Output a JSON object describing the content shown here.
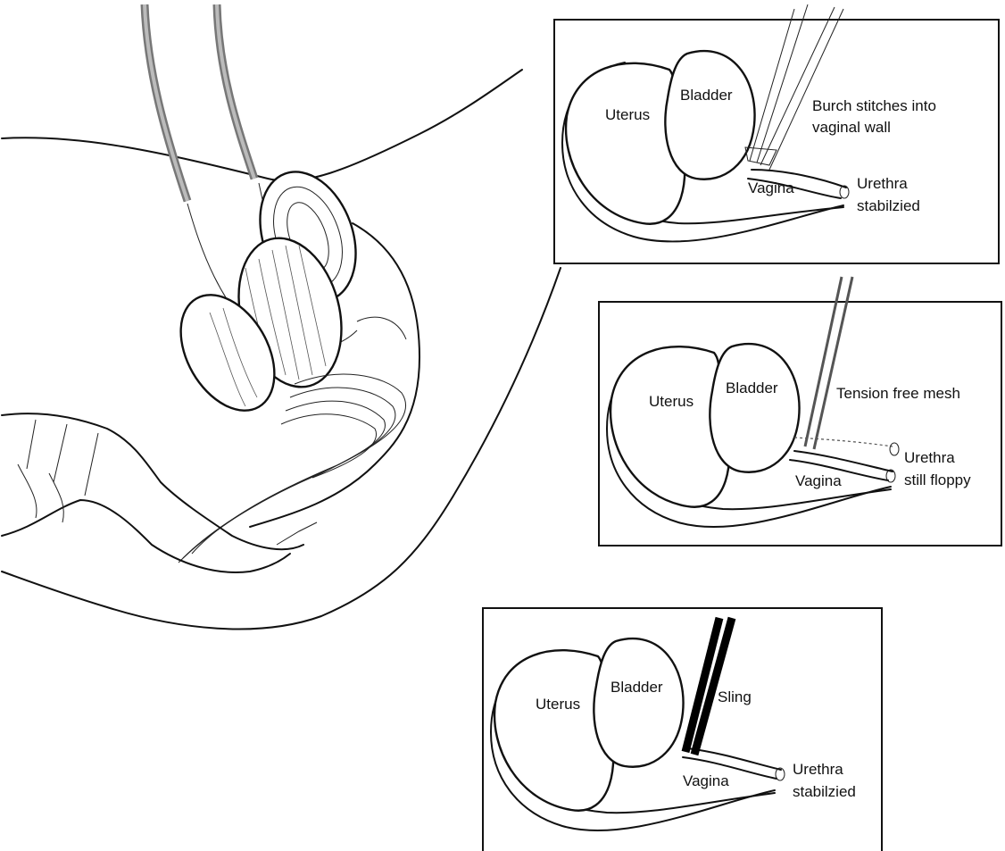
{
  "panels": {
    "burch": {
      "uterus": "Uterus",
      "bladder": "Bladder",
      "note_line1": "Burch stitches into",
      "note_line2": "vaginal wall",
      "vagina": "Vagina",
      "urethra_line1": "Urethra",
      "urethra_line2": "stabilzied"
    },
    "mesh": {
      "uterus": "Uterus",
      "bladder": "Bladder",
      "note": "Tension free mesh",
      "vagina": "Vagina",
      "urethra_line1": "Urethra",
      "urethra_line2": "still floppy"
    },
    "sling": {
      "uterus": "Uterus",
      "bladder": "Bladder",
      "note": "Sling",
      "vagina": "Vagina",
      "urethra_line1": "Urethra",
      "urethra_line2": "stabilzied"
    }
  }
}
